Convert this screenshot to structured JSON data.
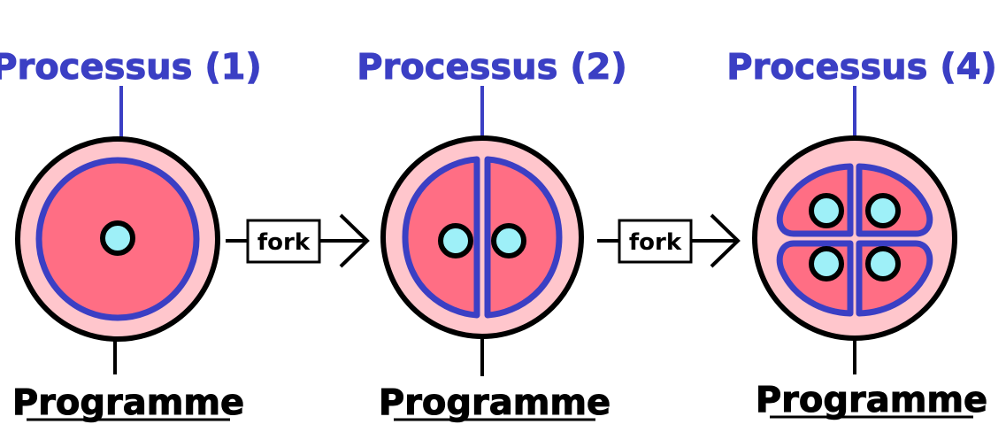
{
  "colors": {
    "process_blue": "#3b3fc4",
    "program_ring": "#ffc6cc",
    "process_fill": "#ff6e84",
    "thread_fill": "#9ef0f8",
    "outline": "#000000"
  },
  "stages": [
    {
      "process_label": "Processus (1)",
      "program_label": "Programme",
      "process_count": 1
    },
    {
      "process_label": "Processus (2)",
      "program_label": "Programme",
      "process_count": 2
    },
    {
      "process_label": "Processus (4)",
      "program_label": "Programme",
      "process_count": 4
    }
  ],
  "transitions": [
    {
      "label": "fork"
    },
    {
      "label": "fork"
    }
  ]
}
